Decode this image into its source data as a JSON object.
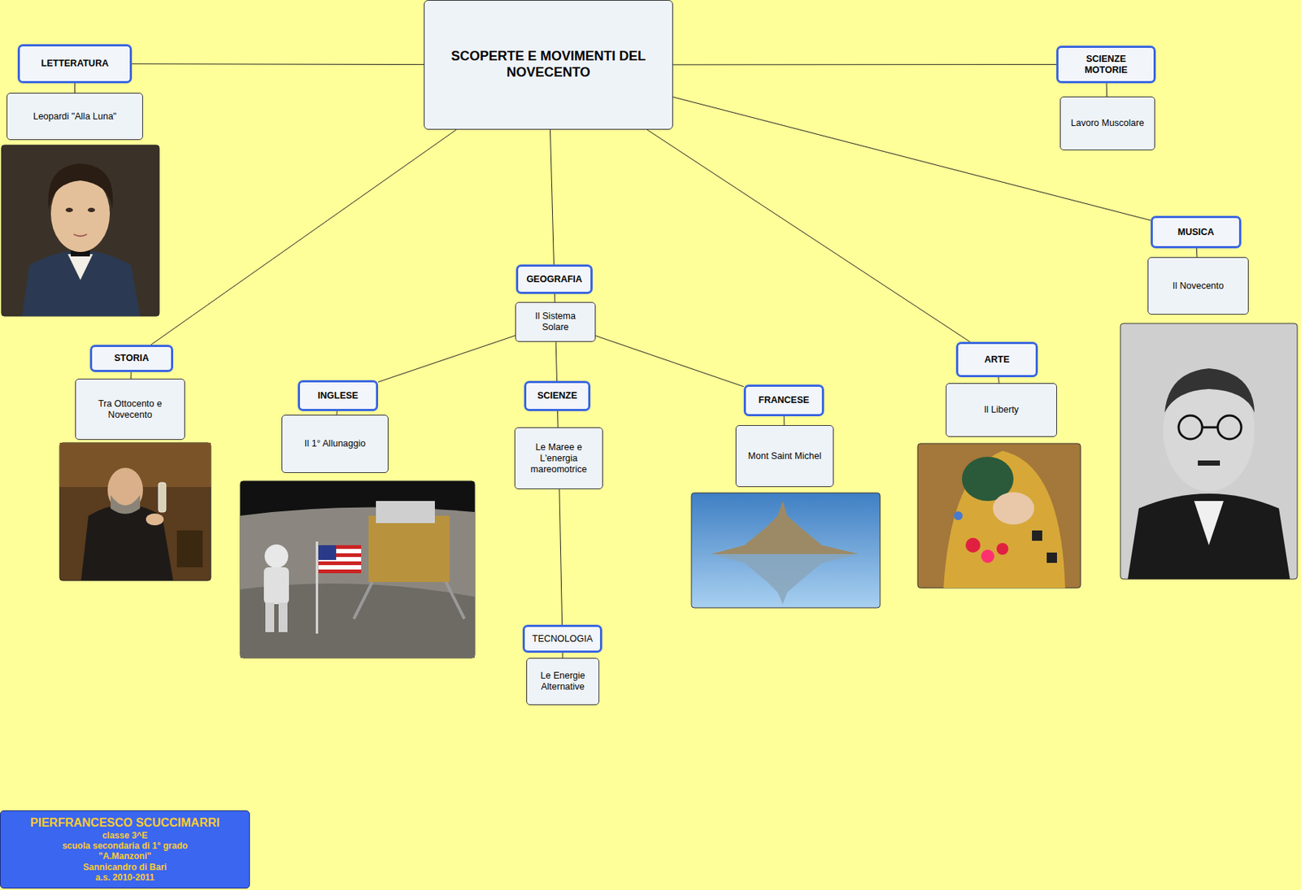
{
  "diagram": {
    "nodes": [
      {
        "text": [
          "SCOPERTE E MOVIMENTI DEL NOVECENTO"
        ]
      },
      {
        "text": [
          "LETTERATURA"
        ]
      },
      {
        "text": [
          "Leopardi \"Alla Luna\""
        ]
      },
      {
        "text": [
          "SCIENZE MOTORIE"
        ]
      },
      {
        "text": [
          "Lavoro Muscolare"
        ]
      },
      {
        "text": [
          "GEOGRAFIA"
        ]
      },
      {
        "text": [
          "Il Sistema Solare"
        ]
      },
      {
        "text": [
          "MUSICA"
        ]
      },
      {
        "text": [
          "Il Novecento"
        ]
      },
      {
        "text": [
          "STORIA"
        ]
      },
      {
        "text": [
          "Tra Ottocento e Novecento"
        ]
      },
      {
        "text": [
          "INGLESE"
        ]
      },
      {
        "text": [
          "Il 1° Allunaggio"
        ]
      },
      {
        "text": [
          "SCIENZE"
        ]
      },
      {
        "text": [
          "Le Maree e L'energia mareomotrice"
        ]
      },
      {
        "text": [
          "FRANCESE"
        ]
      },
      {
        "text": [
          "Mont Saint Michel"
        ]
      },
      {
        "text": [
          "ARTE"
        ]
      },
      {
        "text": [
          "Il Liberty"
        ]
      },
      {
        "text": [
          "TECNOLOGIA"
        ]
      },
      {
        "text": [
          "Le Energie Alternative"
        ]
      },
      {
        "text": [
          "PIERFRANCESCO SCUCCIMARRI",
          "classe 3^E",
          "scuola secondaria di 1° grado",
          "\"A.Manzoni\"",
          "Sannicandro di Bari",
          "a.s. 2010-2011"
        ]
      }
    ],
    "edges": [
      {
        "from": 0,
        "to": 1,
        "arrow": "none"
      },
      {
        "from": 1,
        "to": 2,
        "arrow": "none"
      },
      {
        "from": 0,
        "to": 3,
        "arrow": "none"
      },
      {
        "from": 3,
        "to": 4,
        "arrow": "none"
      },
      {
        "from": 0,
        "to": 5,
        "arrow": "none"
      },
      {
        "from": 5,
        "to": 6,
        "arrow": "none"
      },
      {
        "from": 0,
        "to": 7,
        "arrow": "none"
      },
      {
        "from": 7,
        "to": 8,
        "arrow": "none"
      },
      {
        "from": 0,
        "to": 9,
        "arrow": "none"
      },
      {
        "from": 9,
        "to": 10,
        "arrow": "none"
      },
      {
        "from": 6,
        "to": 11,
        "arrow": "none"
      },
      {
        "from": 11,
        "to": 12,
        "arrow": "none"
      },
      {
        "from": 6,
        "to": 13,
        "arrow": "none"
      },
      {
        "from": 13,
        "to": 14,
        "arrow": "none"
      },
      {
        "from": 6,
        "to": 15,
        "arrow": "none"
      },
      {
        "from": 15,
        "to": 16,
        "arrow": "none"
      },
      {
        "from": 0,
        "to": 17,
        "arrow": "none"
      },
      {
        "from": 17,
        "to": 18,
        "arrow": "none"
      },
      {
        "from": 14,
        "to": 19,
        "arrow": "none"
      },
      {
        "from": 19,
        "to": 20,
        "arrow": "none"
      }
    ]
  }
}
